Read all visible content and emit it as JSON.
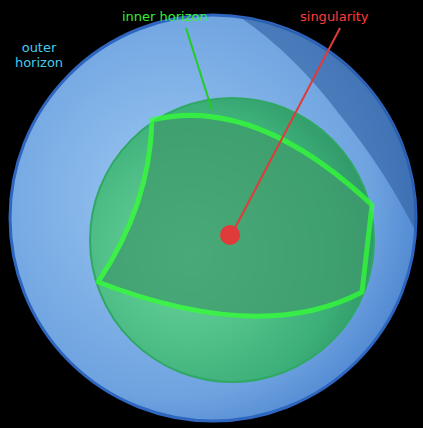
{
  "diagram": {
    "labels": [
      "inner horizon",
      "singularity",
      "outer horizon"
    ]
  }
}
